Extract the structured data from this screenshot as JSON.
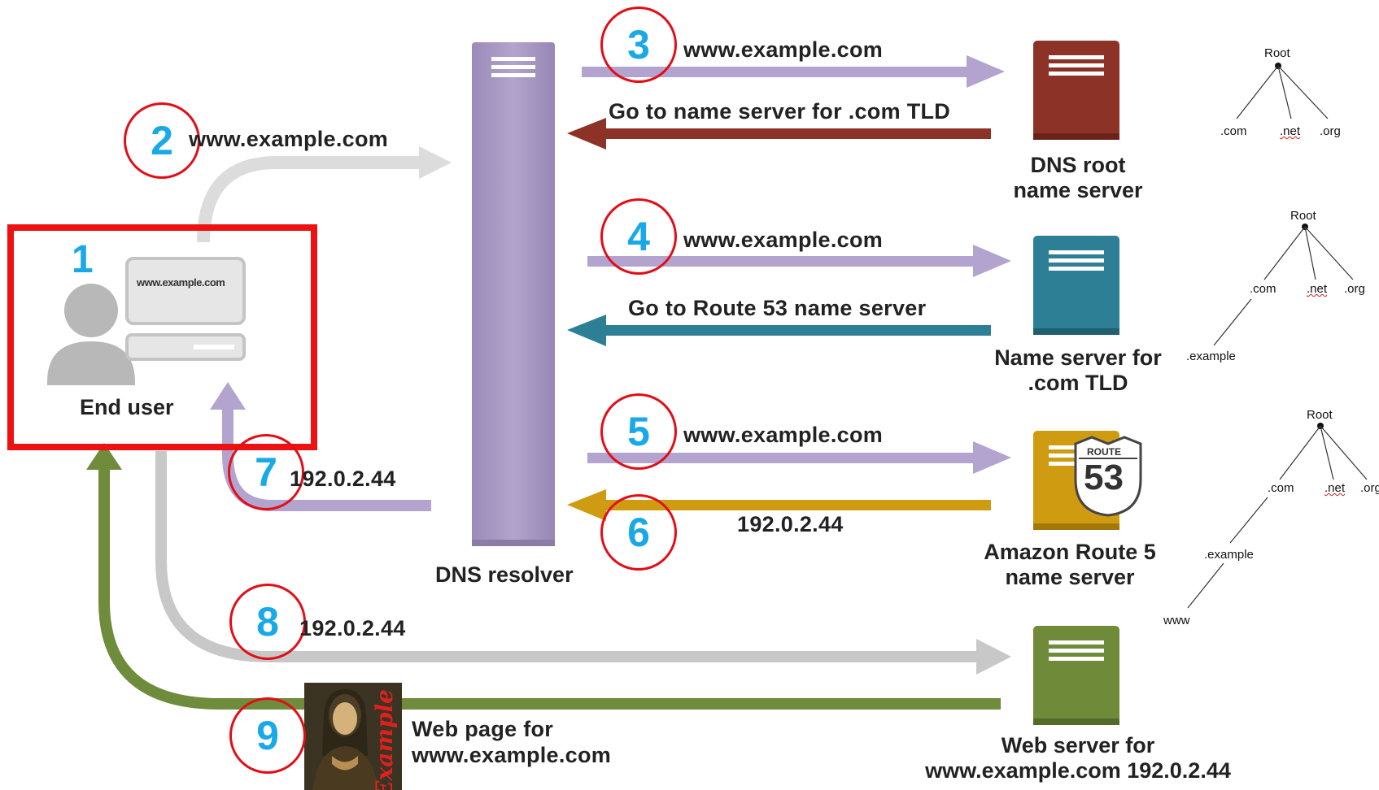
{
  "steps": {
    "s1": "1",
    "s2": "2",
    "s3": "3",
    "s4": "4",
    "s5": "5",
    "s6": "6",
    "s7": "7",
    "s8": "8",
    "s9": "9"
  },
  "end_user": {
    "label": "End user",
    "screen_text": "www.example.com"
  },
  "resolver": {
    "label": "DNS resolver"
  },
  "servers": {
    "root": {
      "line1": "DNS root",
      "line2": "name server"
    },
    "tld": {
      "line1": "Name server for",
      "line2": ".com TLD"
    },
    "route53": {
      "line1": "Amazon Route 5",
      "line2": "name server",
      "shield_top": "ROUTE",
      "shield_num": "53"
    },
    "web": {
      "line1": "Web server for",
      "line2": "www.example.com 192.0.2.44"
    }
  },
  "messages": {
    "m2": "www.example.com",
    "m3": "www.example.com",
    "m3_reply": "Go to name server for .com TLD",
    "m4": "www.example.com",
    "m4_reply": "Go to Route 53 name server",
    "m5": "www.example.com",
    "m6": "192.0.2.44",
    "m7": "192.0.2.44",
    "m8": "192.0.2.44",
    "m9_line1": "Web page for",
    "m9_line2": "www.example.com"
  },
  "web_page_image": {
    "word": "Example"
  },
  "trees": {
    "t1": {
      "root": "Root",
      "com": ".com",
      "net": ".net",
      "org": ".org"
    },
    "t2": {
      "root": "Root",
      "com": ".com",
      "net": ".net",
      "org": ".org",
      "example": ".example"
    },
    "t3": {
      "root": "Root",
      "com": ".com",
      "net": ".net",
      "org": ".org",
      "example": ".example",
      "www": "www"
    }
  },
  "colors": {
    "resolver": "#a898c2",
    "root_server": "#8d3226",
    "tld_server": "#2d7f95",
    "route53_server": "#cf9b10",
    "web_server": "#6f8b3a",
    "query_arrow": "#b3a3cf",
    "highlight": "#ee1111",
    "step_number": "#18a9e6"
  }
}
